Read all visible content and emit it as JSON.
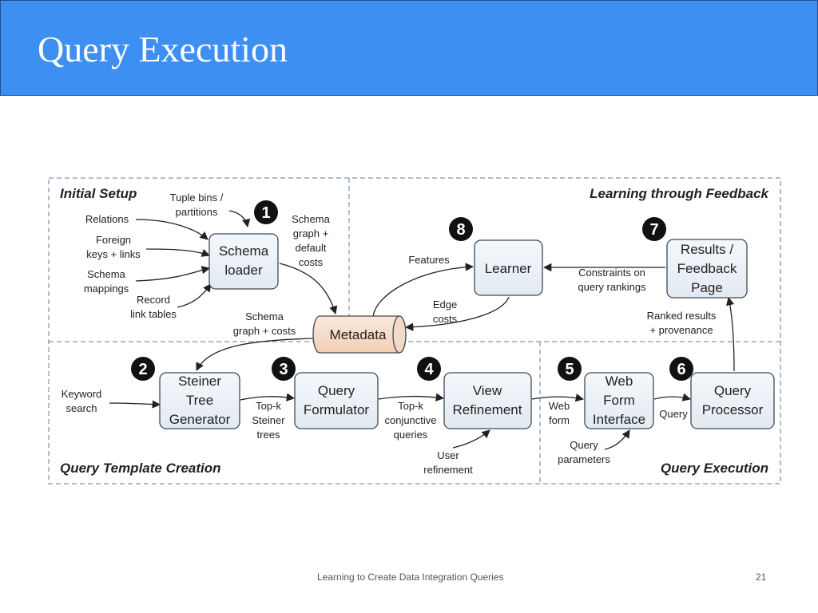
{
  "slide": {
    "title": "Query Execution",
    "footer": "Learning to Create Data Integration Queries",
    "page_number": "21"
  },
  "diagram": {
    "sections": {
      "initial_setup": "Initial Setup",
      "learning_feedback": "Learning through Feedback",
      "query_template_creation": "Query Template Creation",
      "query_execution": "Query Execution"
    },
    "badges": [
      "1",
      "2",
      "3",
      "4",
      "5",
      "6",
      "7",
      "8"
    ],
    "nodes": {
      "schema_loader": [
        "Schema",
        "loader"
      ],
      "metadata": [
        "Metadata"
      ],
      "learner": [
        "Learner"
      ],
      "results_feedback": [
        "Results /",
        "Feedback",
        "Page"
      ],
      "steiner": [
        "Steiner",
        "Tree",
        "Generator"
      ],
      "query_formulator": [
        "Query",
        "Formulator"
      ],
      "view_refinement": [
        "View",
        "Refinement"
      ],
      "web_form": [
        "Web",
        "Form",
        "Interface"
      ],
      "query_processor": [
        "Query",
        "Processor"
      ]
    },
    "labels": {
      "tuple_bins": [
        "Tuple bins /",
        "partitions"
      ],
      "relations": [
        "Relations"
      ],
      "foreign_keys": [
        "Foreign",
        "keys + links"
      ],
      "schema_mappings": [
        "Schema",
        "mappings"
      ],
      "record_link": [
        "Record",
        "link tables"
      ],
      "schema_graph_default": [
        "Schema",
        "graph +",
        "default",
        "costs"
      ],
      "features": [
        "Features"
      ],
      "edge_costs": [
        "Edge",
        "costs"
      ],
      "constraints": [
        "Constraints on",
        "query rankings"
      ],
      "ranked_results": [
        "Ranked results",
        "+ provenance"
      ],
      "schema_graph_costs": [
        "Schema",
        "graph + costs"
      ],
      "keyword_search": [
        "Keyword",
        "search"
      ],
      "topk_steiner": [
        "Top-k",
        "Steiner",
        "trees"
      ],
      "topk_conjunctive": [
        "Top-k",
        "conjunctive",
        "queries"
      ],
      "user_refinement": [
        "User",
        "refinement"
      ],
      "web_form_lbl": [
        "Web",
        "form"
      ],
      "query_lbl": [
        "Query"
      ],
      "query_params": [
        "Query",
        "parameters"
      ]
    }
  }
}
